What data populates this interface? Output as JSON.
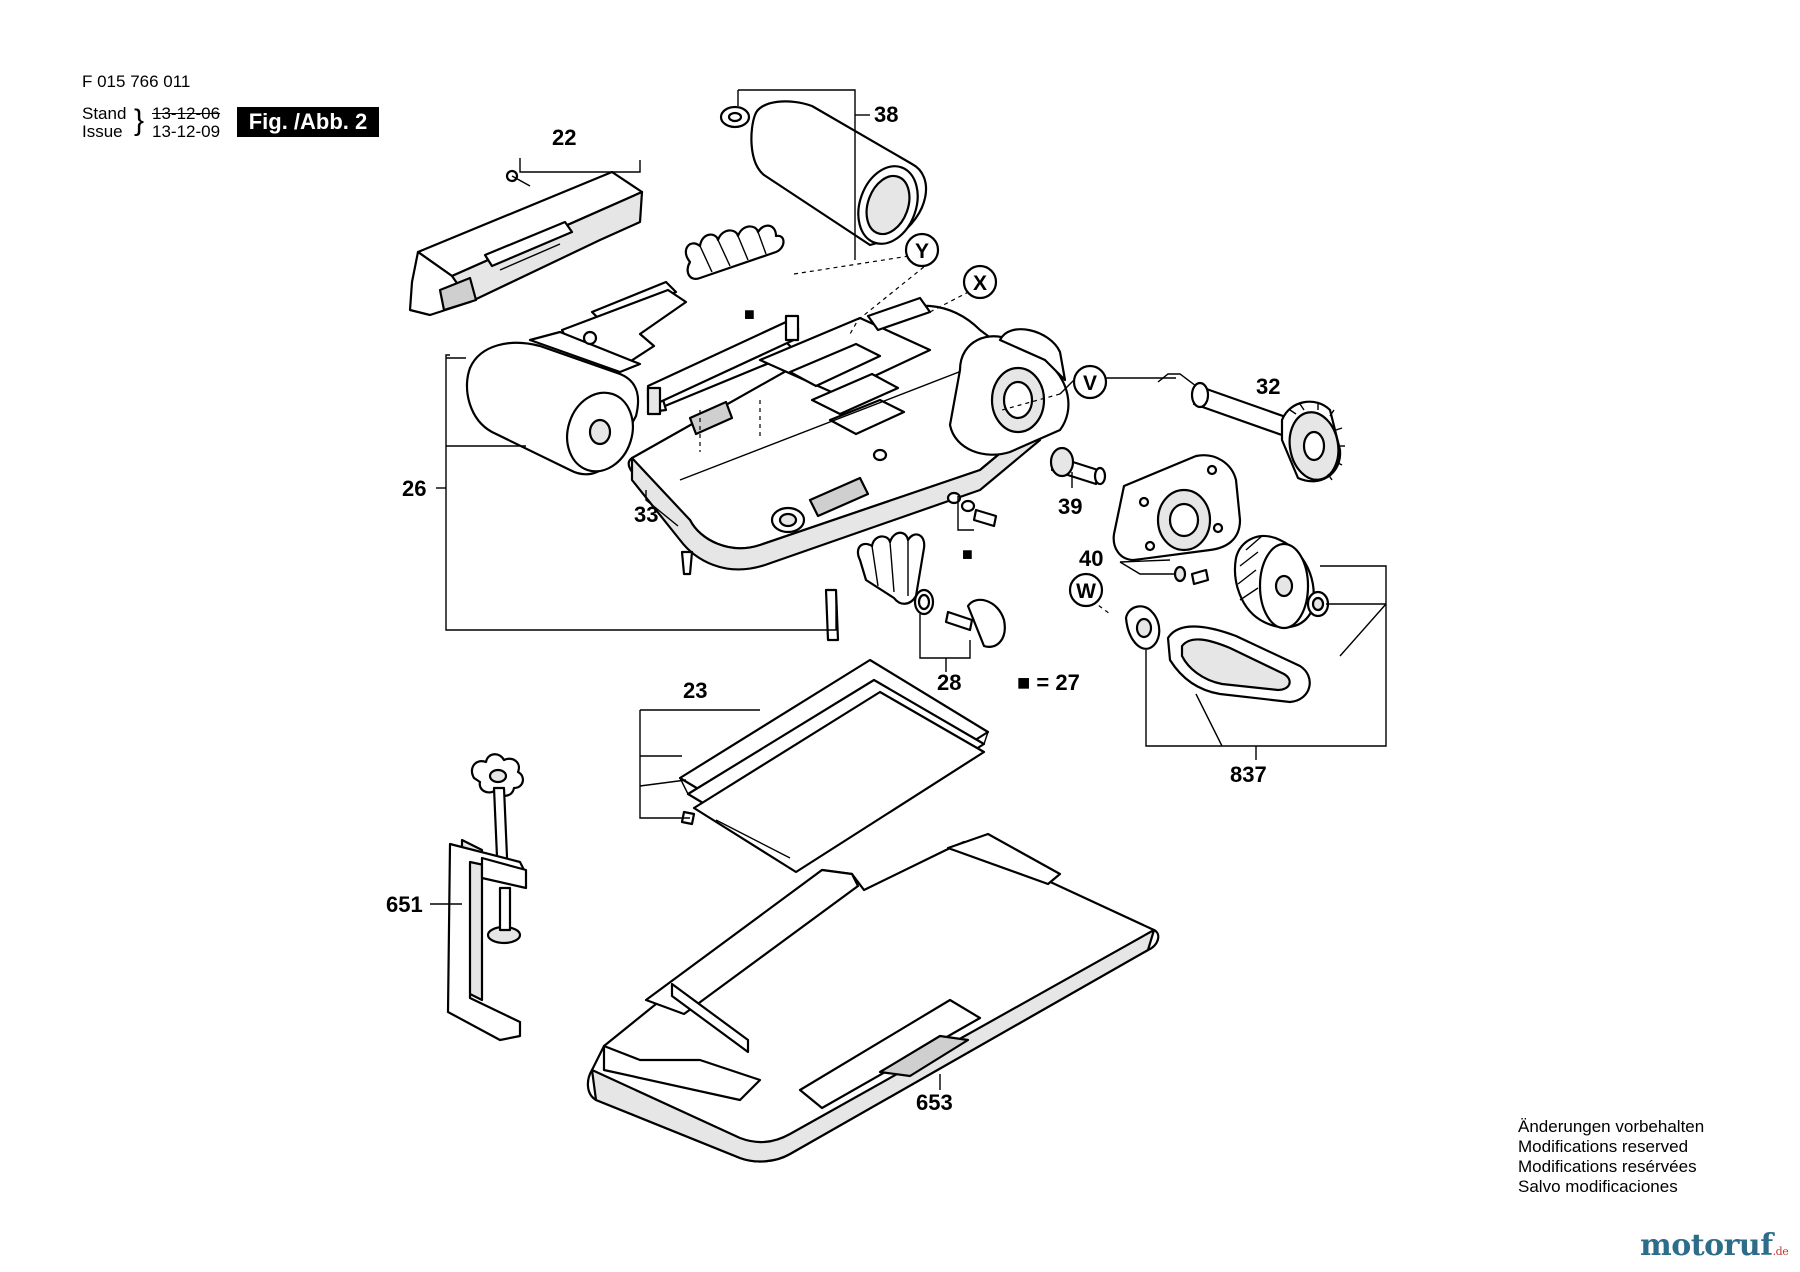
{
  "header": {
    "doc_number": "F 015 766 011",
    "stand_label": "Stand",
    "issue_label": "Issue",
    "stand_date": "13-12-06",
    "issue_date": "13-12-09",
    "figure_label": "Fig. /Abb. 2"
  },
  "callouts": {
    "c22": "22",
    "c38": "38",
    "c26": "26",
    "c33": "33",
    "c32": "32",
    "c39": "39",
    "c40": "40",
    "c28": "28",
    "c23": "23",
    "c837": "837",
    "c651": "651",
    "c653": "653",
    "vY": "Y",
    "vX": "X",
    "vV": "V",
    "vW": "W",
    "legend27": "■ = 27",
    "sq": "■"
  },
  "notice": {
    "line1": "Änderungen vorbehalten",
    "line2": "Modifications reserved",
    "line3": "Modifications resérvées",
    "line4": "Salvo modificaciones"
  },
  "brand": {
    "name": "motoruf",
    "tld": ".de"
  }
}
